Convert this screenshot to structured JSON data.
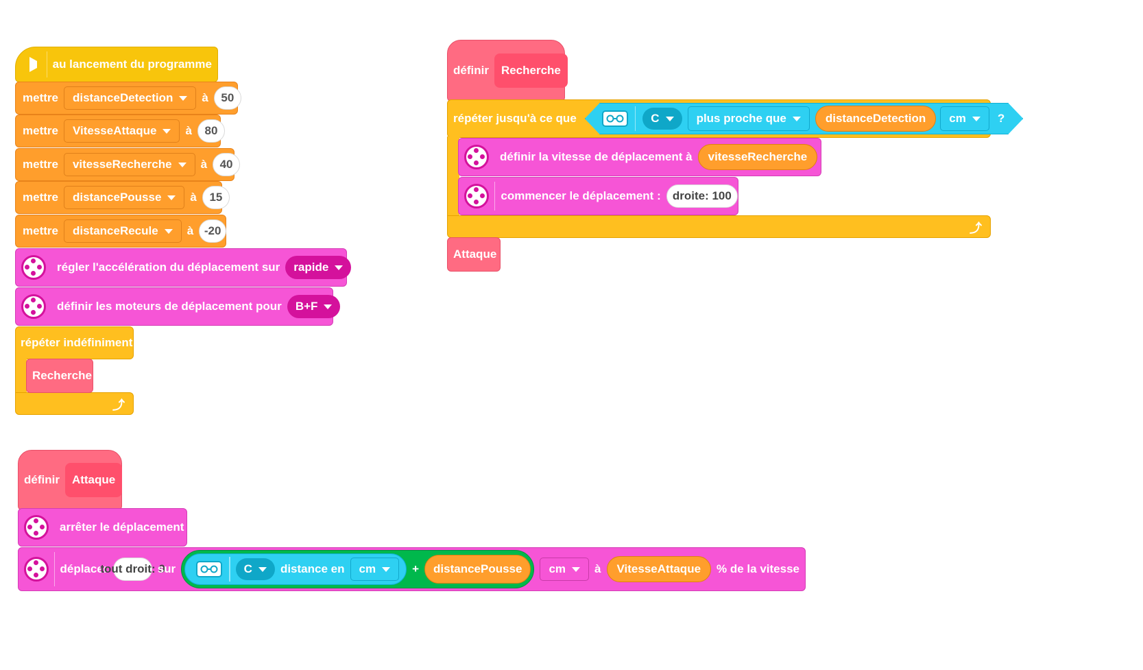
{
  "main_script": {
    "hat": "au lancement du programme",
    "set_blocks": [
      {
        "label": "mettre",
        "var": "distanceDetection",
        "to": "à",
        "value": "50"
      },
      {
        "label": "mettre",
        "var": "VitesseAttaque",
        "to": "à",
        "value": "80"
      },
      {
        "label": "mettre",
        "var": "vitesseRecherche",
        "to": "à",
        "value": "40"
      },
      {
        "label": "mettre",
        "var": "distancePousse",
        "to": "à",
        "value": "15"
      },
      {
        "label": "mettre",
        "var": "distanceRecule",
        "to": "à",
        "value": "-20"
      }
    ],
    "accel": {
      "label": "régler l'accélération du déplacement sur",
      "value": "rapide"
    },
    "motors": {
      "label": "définir les moteurs de déplacement pour",
      "value": "B+F"
    },
    "forever": "répéter indéfiniment",
    "call": "Recherche"
  },
  "def_recherche": {
    "define": "définir",
    "name": "Recherche",
    "repeat_until": "répéter jusqu'à ce que",
    "sensor_port": "C",
    "comparison": "plus proche que",
    "var": "distanceDetection",
    "unit": "cm",
    "question": "?",
    "speed": {
      "label": "définir la vitesse de déplacement à",
      "var": "vitesseRecherche",
      "unit": "%"
    },
    "start": {
      "label": "commencer le déplacement :",
      "value": "droite: 100"
    },
    "call": "Attaque"
  },
  "def_attaque": {
    "define": "définir",
    "name": "Attaque",
    "stop": "arrêter le déplacement",
    "move": {
      "label": "déplacer",
      "direction": "tout droit: 0",
      "on": "sur",
      "sensor_port": "C",
      "distance_label": "distance en",
      "distance_unit": "cm",
      "plus": "+",
      "var": "distancePousse",
      "unit": "cm",
      "at": "à",
      "speed_var": "VitesseAttaque",
      "suffix": "% de la vitesse"
    }
  },
  "colors": {
    "events": "#f8c50c",
    "variables": "#ff9e2c",
    "movement": "#f655d6",
    "control": "#ffbf1f",
    "myblocks": "#ff6b82",
    "sensors": "#2ed0f2",
    "operators": "#00b84c"
  }
}
